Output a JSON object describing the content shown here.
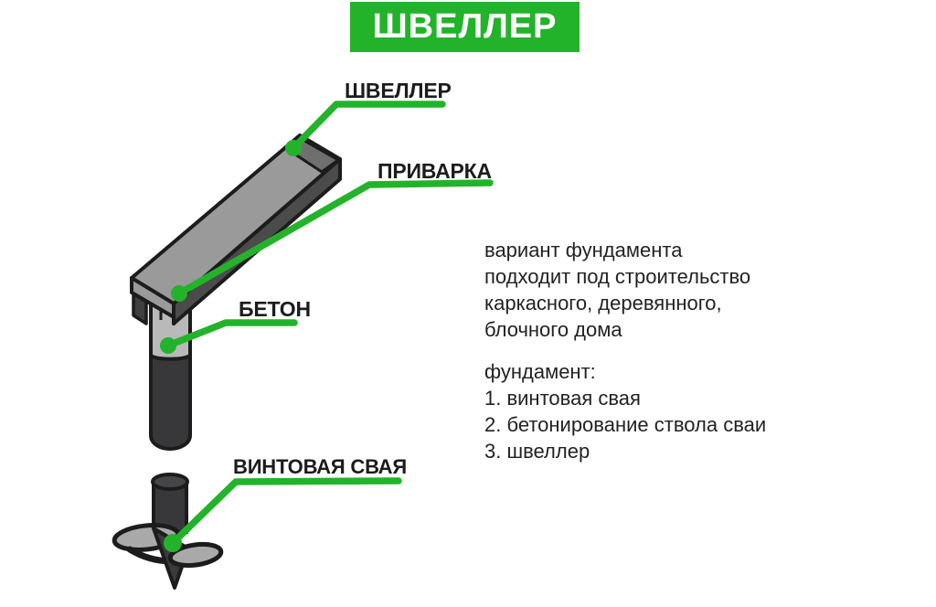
{
  "banner": {
    "title": "ШВЕЛЛЕР",
    "bg_color": "#23b32a",
    "text_color": "#ffffff"
  },
  "callouts": {
    "channel": "ШВЕЛЛЕР",
    "weld": "ПРИВАРКА",
    "concrete": "БЕТОН",
    "screw_pile": "ВИНТОВАЯ СВАЯ"
  },
  "description": {
    "paragraph_lines": [
      "вариант фундамента",
      "подходит под строительство",
      "каркасного, деревянного,",
      "блочного дома"
    ],
    "list_title": "фундамент:",
    "list_items": [
      "1. винтовая свая",
      "2. бетонирование ствола сваи",
      "3. швеллер"
    ]
  },
  "colors": {
    "accent_green": "#23b32a",
    "beam_top_gray": "#9a9a9a",
    "beam_side_gray": "#4b4b4b",
    "beam_end_gray": "#6f6f6f",
    "metal_dark": "#38383a",
    "concrete_gray": "#b9b9b9",
    "blade_gray": "#a9a9a9",
    "outline_black": "#1c1c1c",
    "label_text": "#1c1c1c",
    "background": "#ffffff"
  }
}
